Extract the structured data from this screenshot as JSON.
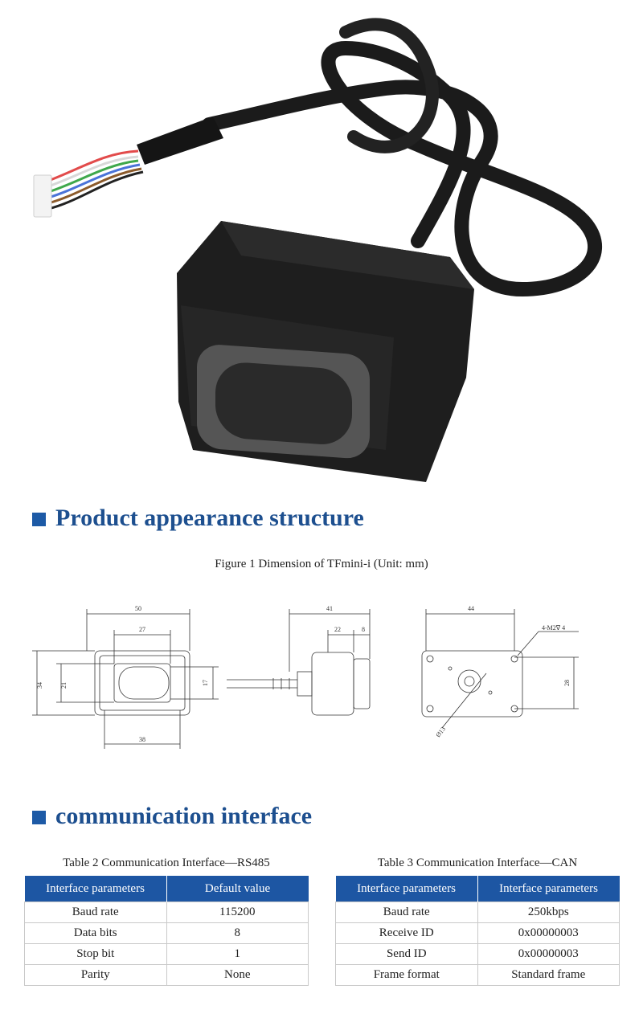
{
  "sections": {
    "appearance_title": "Product appearance structure",
    "communication_title": "communication interface"
  },
  "figure": {
    "caption": "Figure 1 Dimension of TFmini-i (Unit: mm)",
    "front": {
      "width": "50",
      "inner_width": "27",
      "height": "34",
      "inner_height": "21",
      "right_height": "17",
      "bottom_width": "38"
    },
    "side": {
      "width": "41",
      "depth": "22",
      "lens": "8"
    },
    "back": {
      "width": "44",
      "screw": "4-M2∇ 4",
      "height": "28",
      "diameter": "Ø13"
    }
  },
  "rs485": {
    "caption": "Table 2 Communication Interface—RS485",
    "headers": [
      "Interface parameters",
      "Default value"
    ],
    "rows": [
      [
        "Baud rate",
        "115200"
      ],
      [
        "Data bits",
        "8"
      ],
      [
        "Stop bit",
        "1"
      ],
      [
        "Parity",
        "None"
      ]
    ]
  },
  "can": {
    "caption": "Table 3 Communication Interface—CAN",
    "headers": [
      "Interface parameters",
      "Interface parameters"
    ],
    "rows": [
      [
        "Baud rate",
        "250kbps"
      ],
      [
        "Receive ID",
        "0x00000003"
      ],
      [
        "Send ID",
        "0x00000003"
      ],
      [
        "Frame format",
        "Standard frame"
      ]
    ]
  },
  "colors": {
    "accent": "#1d56a3",
    "heading": "#1d4f8f"
  }
}
